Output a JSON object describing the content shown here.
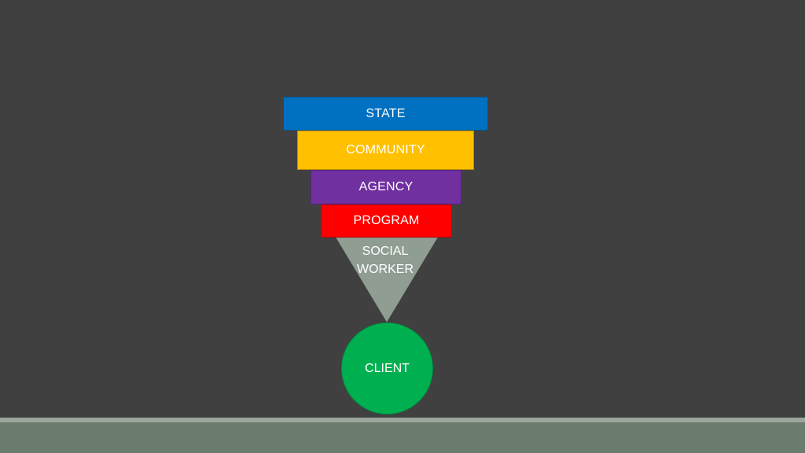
{
  "diagram": {
    "tiers": [
      {
        "id": "state",
        "label": "STATE",
        "color": "#0070c0"
      },
      {
        "id": "community",
        "label": "COMMUNITY",
        "color": "#ffc000"
      },
      {
        "id": "agency",
        "label": "AGENCY",
        "color": "#7030a0"
      },
      {
        "id": "program",
        "label": "PROGRAM",
        "color": "#ff0000"
      }
    ],
    "funnel": {
      "line1": "SOCIAL",
      "line2": "WORKER",
      "color": "#8f9d93"
    },
    "client": {
      "label": "CLIENT",
      "color": "#00b050"
    }
  },
  "colors": {
    "background": "#404040",
    "ground": "#6b7b6d",
    "ground_line": "#9aa59c"
  }
}
